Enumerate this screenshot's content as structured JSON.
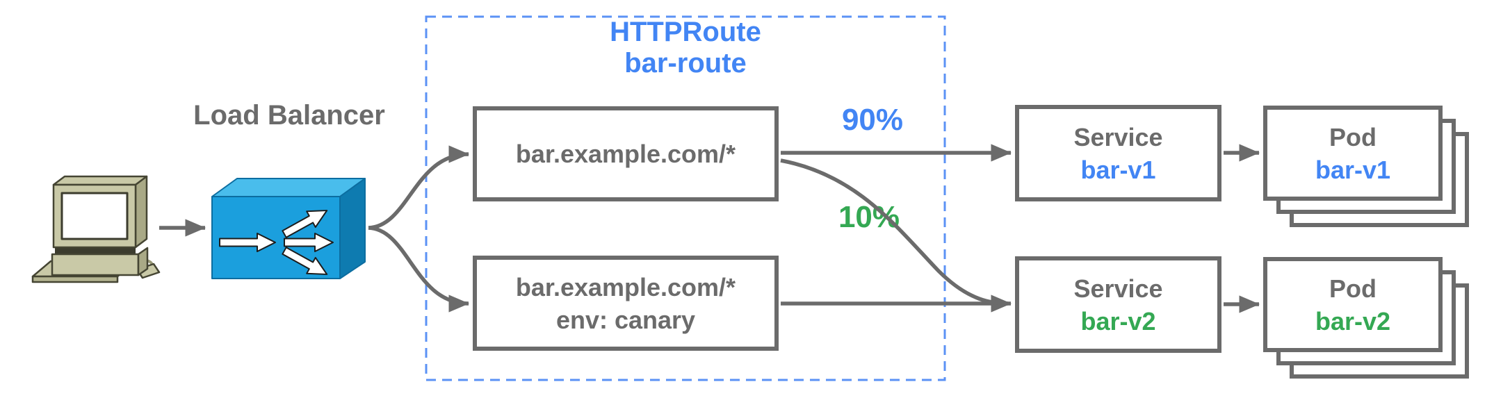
{
  "colors": {
    "blue": "#4285F4",
    "green": "#34A853",
    "gray_text": "#6b6b6b",
    "box_border": "#6b6b6b",
    "arrow": "#6b6b6b",
    "dashed_border": "#5b92f5",
    "lb_front": "#1b9fdd",
    "lb_top": "#49bdec",
    "lb_side": "#0e7bb0"
  },
  "client": {
    "icon": "desktop-computer"
  },
  "load_balancer": {
    "label": "Load Balancer"
  },
  "httproute": {
    "kind": "HTTPRoute",
    "name": "bar-route",
    "matches": [
      {
        "lines": [
          "bar.example.com/*"
        ]
      },
      {
        "lines": [
          "bar.example.com/*",
          "env: canary"
        ]
      }
    ]
  },
  "traffic_split": {
    "to_v1": "90%",
    "to_v2": "10%"
  },
  "services": [
    {
      "kind": "Service",
      "name": "bar-v1"
    },
    {
      "kind": "Service",
      "name": "bar-v2"
    }
  ],
  "pods": [
    {
      "kind": "Pod",
      "name": "bar-v1"
    },
    {
      "kind": "Pod",
      "name": "bar-v2"
    }
  ]
}
